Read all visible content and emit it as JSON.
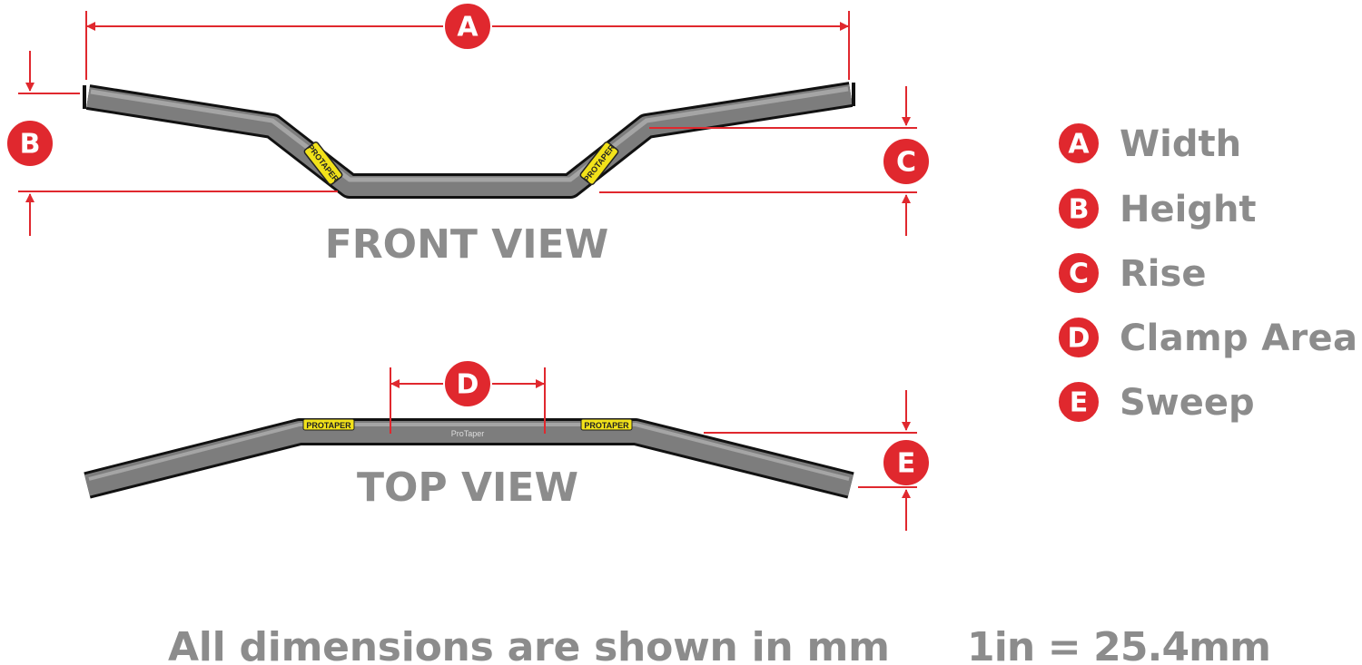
{
  "colors": {
    "accent": "#e0282e",
    "bar": "#7d7d7d",
    "bar_outline": "#111111",
    "label_gray": "#8c8c8c",
    "decal": "#f2e21a"
  },
  "views": {
    "front": "FRONT VIEW",
    "top": "TOP VIEW"
  },
  "markers": {
    "a": "A",
    "b": "B",
    "c": "C",
    "d": "D",
    "e": "E"
  },
  "legend": [
    {
      "letter": "A",
      "label": "Width"
    },
    {
      "letter": "B",
      "label": "Height"
    },
    {
      "letter": "C",
      "label": "Rise"
    },
    {
      "letter": "D",
      "label": "Clamp Area"
    },
    {
      "letter": "E",
      "label": "Sweep"
    }
  ],
  "decals": {
    "brand": "PROTAPER",
    "center": "ProTaper"
  },
  "footer": {
    "note": "All dimensions are shown in mm",
    "conversion": "1in = 25.4mm"
  }
}
